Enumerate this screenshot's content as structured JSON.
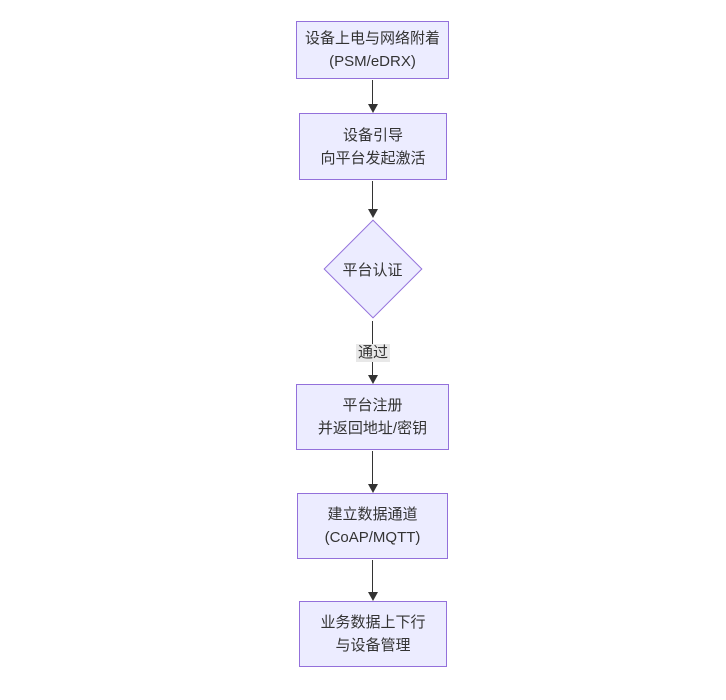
{
  "diagram": {
    "type": "flowchart-top-down",
    "background": "#ffffff",
    "theme": {
      "node_fill": "#ECECFF",
      "node_border": "#9370DB",
      "text_color": "#333333",
      "arrow_color": "#333333",
      "edge_label_bg": "#e8e8e8"
    },
    "nodes": [
      {
        "id": "power-attach",
        "shape": "rectangle",
        "line1": "设备上电与网络附着",
        "line2": "(PSM/eDRX)"
      },
      {
        "id": "bootstrap",
        "shape": "rectangle",
        "line1": "设备引导",
        "line2": "向平台发起激活"
      },
      {
        "id": "platform-auth",
        "shape": "diamond",
        "line1": "平台认证",
        "line2": ""
      },
      {
        "id": "platform-register",
        "shape": "rectangle",
        "line1": "平台注册",
        "line2": "并返回地址/密钥"
      },
      {
        "id": "data-channel",
        "shape": "rectangle",
        "line1": "建立数据通道",
        "line2": "(CoAP/MQTT)"
      },
      {
        "id": "business-data",
        "shape": "rectangle",
        "line1": "业务数据上下行",
        "line2": "与设备管理"
      }
    ],
    "edges": [
      {
        "from": "power-attach",
        "to": "bootstrap",
        "label": ""
      },
      {
        "from": "bootstrap",
        "to": "platform-auth",
        "label": ""
      },
      {
        "from": "platform-auth",
        "to": "platform-register",
        "label": "通过"
      },
      {
        "from": "platform-register",
        "to": "data-channel",
        "label": ""
      },
      {
        "from": "data-channel",
        "to": "business-data",
        "label": ""
      }
    ]
  }
}
